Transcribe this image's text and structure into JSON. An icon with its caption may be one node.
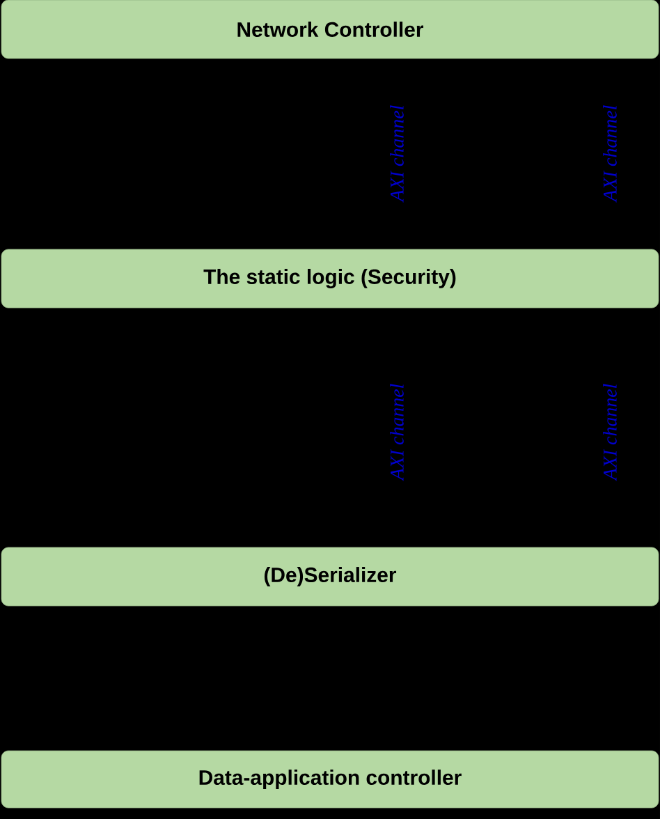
{
  "diagram": {
    "nodes": [
      {
        "text": [
          "Network Controller"
        ]
      },
      {
        "text": [
          "The static logic (Security)"
        ]
      },
      {
        "text": [
          "(De)Serializer"
        ]
      },
      {
        "text": [
          "Data-application controller"
        ]
      }
    ],
    "labels": [
      "AXI channel",
      "AXI channel",
      "AXI channel",
      "AXI channel"
    ]
  }
}
